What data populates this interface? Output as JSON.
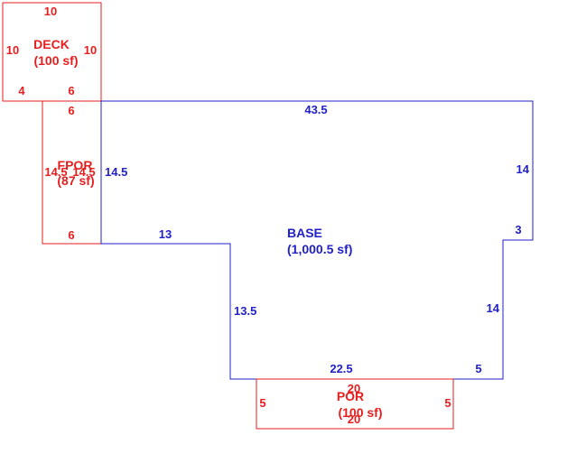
{
  "colors": {
    "base": "#1f1fc8",
    "addition": "#e61e1e"
  },
  "areas": {
    "deck": {
      "name": "DECK",
      "area": "(100 sf)",
      "dims": {
        "top": "10",
        "left": "10",
        "right": "10",
        "bottom_left": "4",
        "bottom_right": "6"
      }
    },
    "fpor": {
      "name": "FPOR",
      "area": "(87 sf)",
      "dims": {
        "top": "6",
        "left": "14.5",
        "right": "14.5",
        "bottom": "6"
      }
    },
    "base": {
      "name": "BASE",
      "area": "(1,000.5 sf)",
      "dims": {
        "top": "43.5",
        "left_upper": "14.5",
        "right_upper": "14",
        "right_notch": "3",
        "left_step": "13",
        "left_lower": "13.5",
        "right_lower": "14",
        "bottom": "22.5",
        "bottom_right": "5"
      }
    },
    "por": {
      "name": "POR",
      "area": "(100 sf)",
      "dims": {
        "top": "20",
        "left": "5",
        "right": "5",
        "bottom": "20"
      }
    }
  }
}
